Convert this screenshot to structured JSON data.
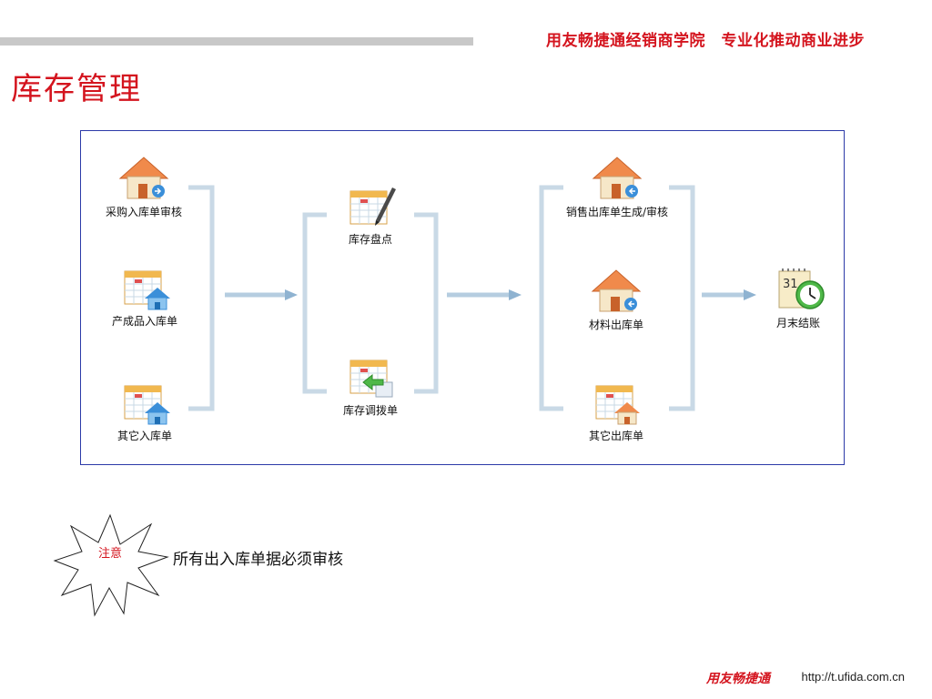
{
  "header": {
    "slogan": "用友畅捷通经销商学院　专业化推动商业进步"
  },
  "page": {
    "title": "库存管理"
  },
  "diagram": {
    "nodes": {
      "purchase_in": "采购入库单审核",
      "product_in": "产成品入库单",
      "other_in": "其它入库单",
      "stocktake": "库存盘点",
      "transfer": "库存调拨单",
      "sales_out": "销售出库单生成/审核",
      "material_out": "材料出库单",
      "other_out": "其它出库单",
      "month_end": "月末结账"
    },
    "icons": {
      "house": "house-icon",
      "calendar_house": "calendar-house-icon",
      "calendar_pen": "calendar-pen-icon",
      "calendar_arrow": "calendar-arrow-icon",
      "calendar_clock": "calendar-clock-icon"
    },
    "colors": {
      "bracket": "#c9d9e6",
      "arrow": "#8fb3d1",
      "house_roof": "#f08a4b",
      "house_blue": "#3b8fd9",
      "border": "#2c3aa8"
    }
  },
  "note": {
    "badge": "注意",
    "text": "所有出入库单据必须审核"
  },
  "footer": {
    "brand": "用友畅捷通",
    "url": "http://t.ufida.com.cn"
  },
  "colors": {
    "accent": "#d4141e"
  }
}
